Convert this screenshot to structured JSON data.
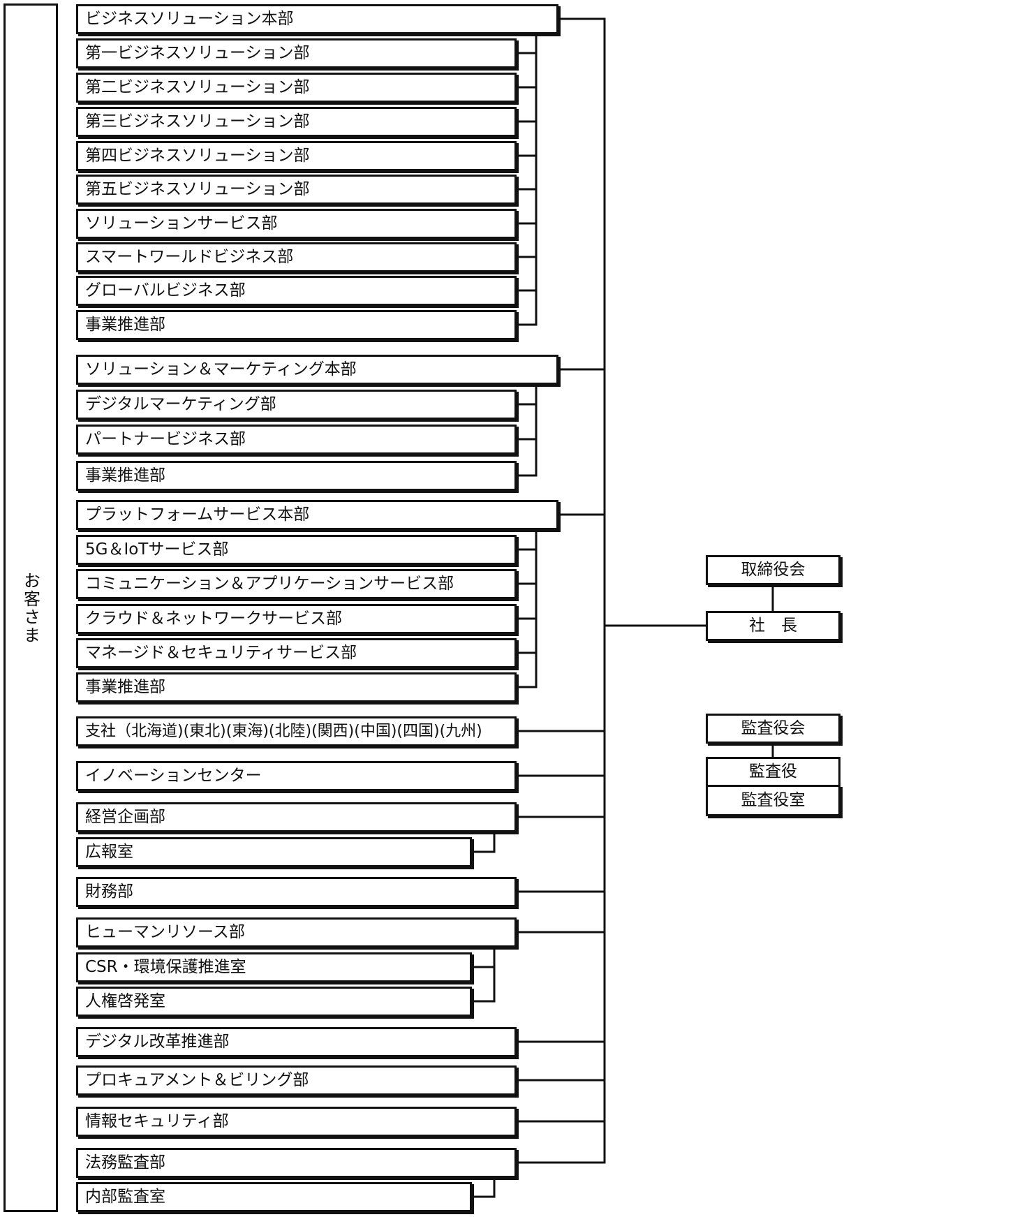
{
  "customer": "お客さま",
  "units": {
    "bs_hq": "ビジネスソリューション本部",
    "bs1": "第一ビジネスソリューション部",
    "bs2": "第二ビジネスソリューション部",
    "bs3": "第三ビジネスソリューション部",
    "bs4": "第四ビジネスソリューション部",
    "bs5": "第五ビジネスソリューション部",
    "sol_service": "ソリューションサービス部",
    "smart_world": "スマートワールドビジネス部",
    "global": "グローバルビジネス部",
    "bs_promo": "事業推進部",
    "sm_hq": "ソリューション＆マーケティング本部",
    "digital_mkt": "デジタルマーケティング部",
    "partner": "パートナービジネス部",
    "sm_promo": "事業推進部",
    "ps_hq": "プラットフォームサービス本部",
    "iot": "5G＆IoTサービス部",
    "comm_app": "コミュニケーション＆アプリケーションサービス部",
    "cloud_net": "クラウド＆ネットワークサービス部",
    "managed_sec": "マネージド＆セキュリティサービス部",
    "ps_promo": "事業推進部",
    "branches": "支社（北海道)(東北)(東海)(北陸)(関西)(中国)(四国)(九州)",
    "innovation": "イノベーションセンター",
    "planning": "経営企画部",
    "pr": "広報室",
    "finance": "財務部",
    "hr": "ヒューマンリソース部",
    "csr": "CSR・環境保護推進室",
    "human_rights": "人権啓発室",
    "dx": "デジタル改革推進部",
    "procurement": "プロキュアメント＆ビリング部",
    "infosec": "情報セキュリティ部",
    "legal_audit": "法務監査部",
    "internal_audit": "内部監査室"
  },
  "executives": {
    "board": "取締役会",
    "president": "社　長",
    "audit_board": "監査役会",
    "auditor": "監査役",
    "auditor_office": "監査役室"
  }
}
